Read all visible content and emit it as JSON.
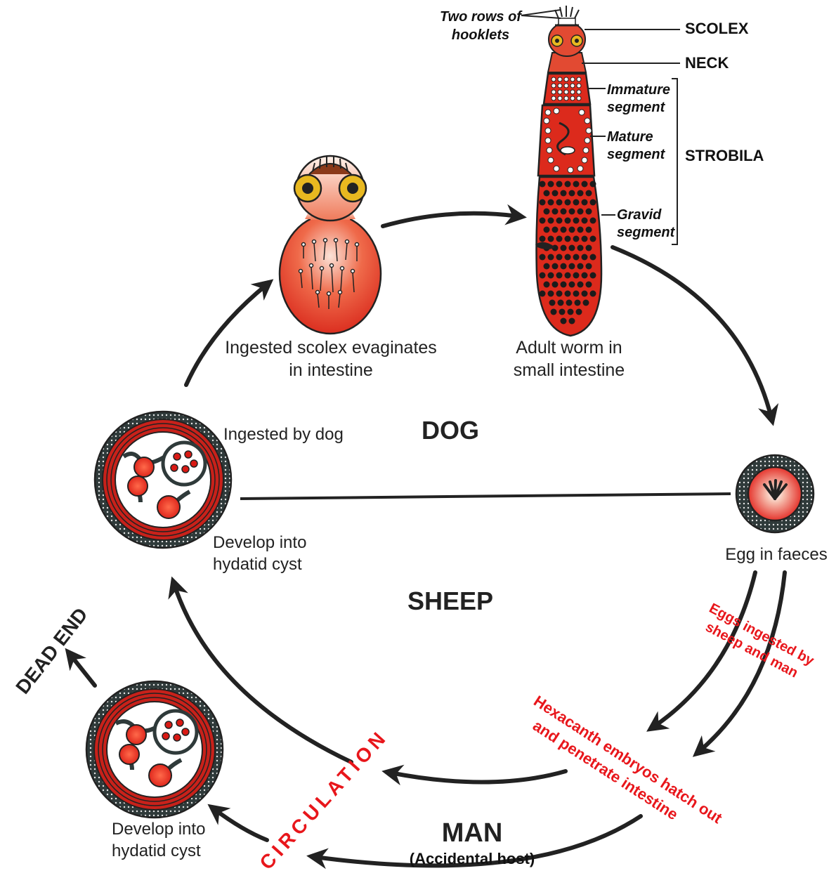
{
  "hosts": {
    "dog": "DOG",
    "sheep": "SHEEP",
    "man": "MAN",
    "man_note": "(Accidental host)"
  },
  "scolex_stage": {
    "line1": "Ingested scolex evaginates",
    "line2": "in intestine"
  },
  "adult_worm": {
    "line1": "Adult worm in",
    "line2": "small intestine",
    "labels": {
      "hooklets_1": "Two rows of",
      "hooklets_2": "hooklets",
      "scolex": "SCOLEX",
      "neck": "NECK",
      "immature_1": "Immature",
      "immature_2": "segment",
      "mature_1": "Mature",
      "mature_2": "segment",
      "gravid_1": "Gravid",
      "gravid_2": "segment",
      "strobila": "STROBILA"
    }
  },
  "egg": {
    "label": "Egg in faeces"
  },
  "ingested_by_dog": "Ingested by dog",
  "sheep_cyst": {
    "line1": "Develop into",
    "line2": "hydatid cyst"
  },
  "man_cyst": {
    "line1": "Develop into",
    "line2": "hydatid cyst"
  },
  "eggs_ingested": {
    "line1": "Eggs ingested by",
    "line2": "sheep and man"
  },
  "hexacanth": {
    "line1": "Hexacanth embryos hatch out",
    "line2": "and penetrate intestine"
  },
  "circulation": "CIRCULATION",
  "dead_end": "DEAD END",
  "colors": {
    "red": "#e8161b",
    "tissue_red": "#d42a1a",
    "dark": "#222222",
    "yellow": "#e8b820"
  }
}
